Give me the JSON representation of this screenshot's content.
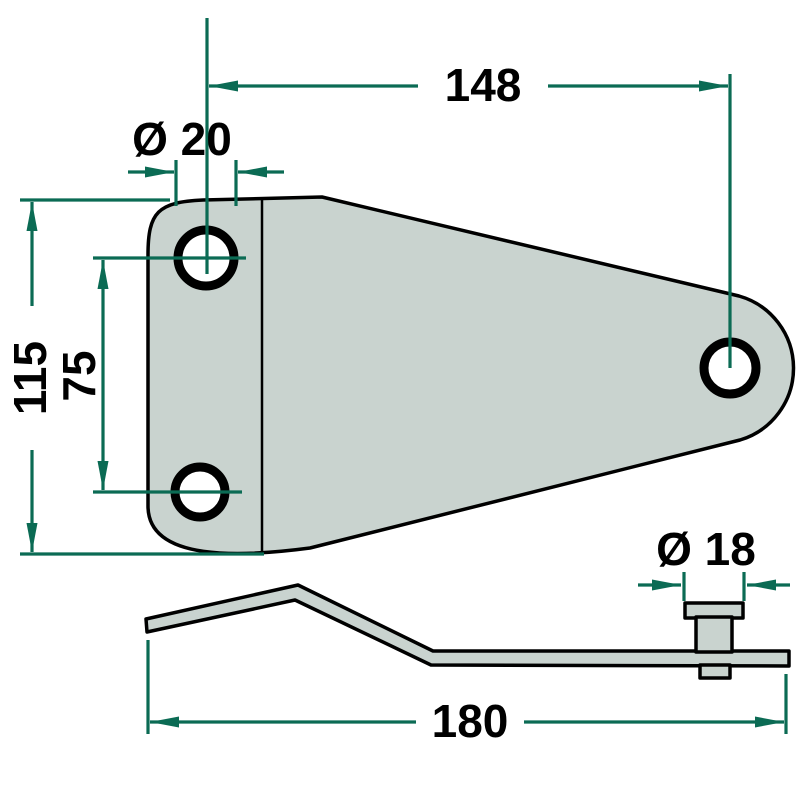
{
  "drawing": {
    "type": "technical-drawing",
    "views": {
      "top": "top view of bracket plate",
      "side": "side profile with pin"
    },
    "colors": {
      "dimension_lines": "#0b6b54",
      "part_fill": "#c9d3cf",
      "part_outline": "#000000",
      "text": "#000000",
      "background": "#ffffff"
    },
    "dimensions": {
      "top_width": "148",
      "top_hole_diameter": "Ø 20",
      "left_height": "115",
      "left_hole_spacing": "75",
      "pin_diameter": "Ø 18",
      "overall_length": "180"
    }
  }
}
